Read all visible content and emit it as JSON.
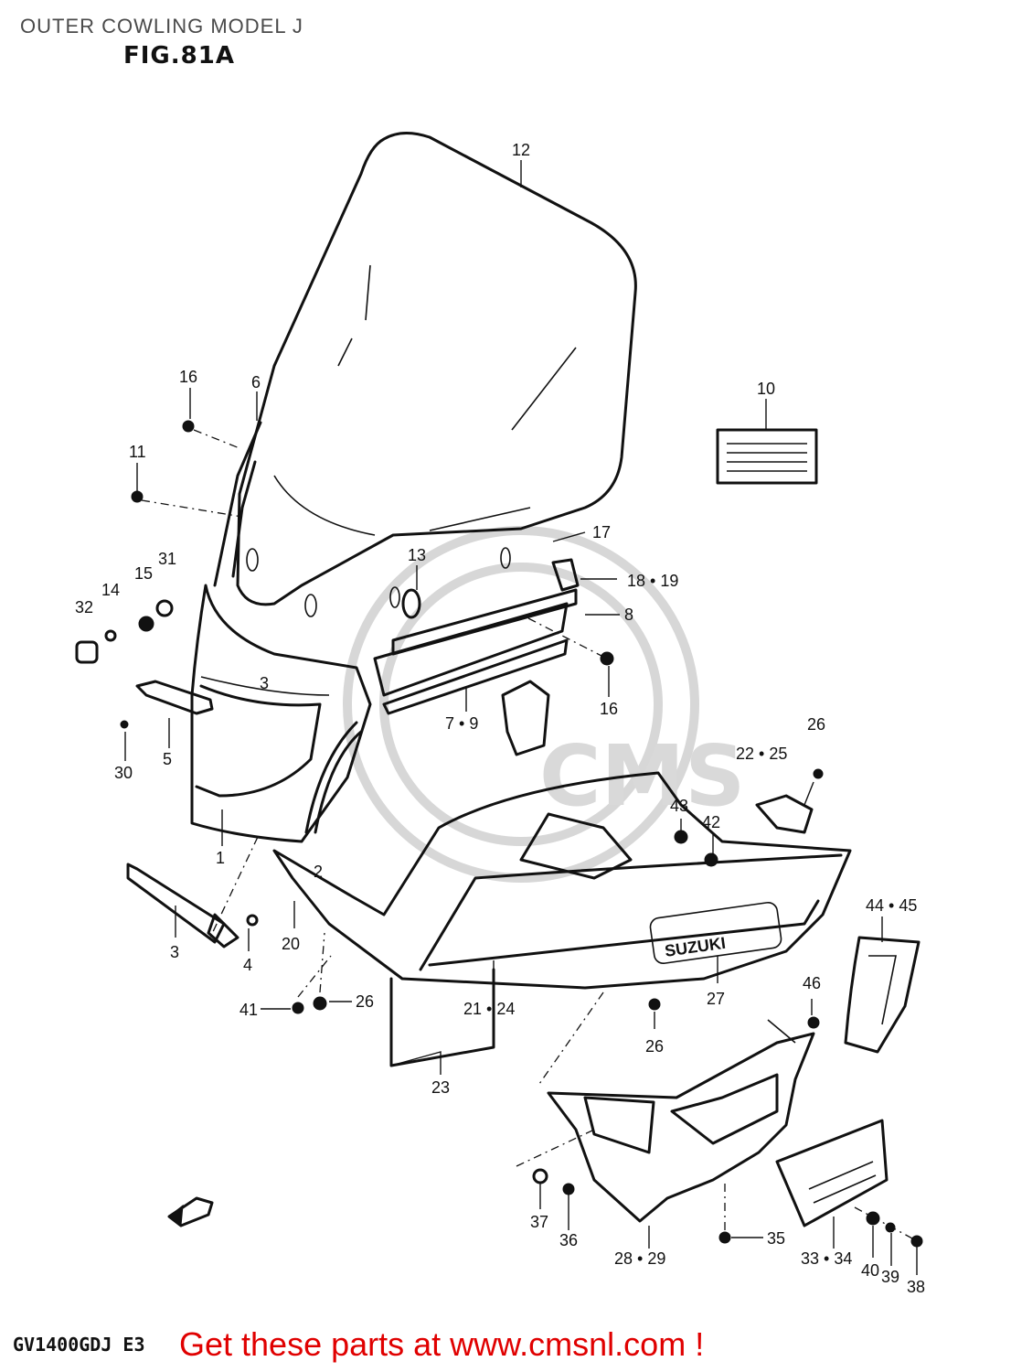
{
  "title": "OUTER COWLING MODEL J",
  "figure": "FIG.81A",
  "model_code": "GV1400GDJ E3",
  "promo": "Get these parts at www.cmsnl.com !",
  "watermark": "CMS",
  "sticker_icon": "label-sticker-icon",
  "direction_icon": "front-direction-arrow-icon",
  "accent_color": "#e00000",
  "callouts": {
    "c12": "12",
    "c10": "10",
    "c16a": "16",
    "c6": "6",
    "c11": "11",
    "c17": "17",
    "c13": "13",
    "c1819": "18 • 19",
    "c31": "31",
    "c15": "15",
    "c14": "14",
    "c32": "32",
    "c8": "8",
    "c3a": "3",
    "c16b": "16",
    "c79": "7 • 9",
    "c30": "30",
    "c5": "5",
    "c26a": "26",
    "c2225": "22 • 25",
    "c43": "43",
    "c42": "42",
    "c1": "1",
    "c2": "2",
    "c3b": "3",
    "c4": "4",
    "c20": "20",
    "c4445": "44 • 45",
    "c41": "41",
    "c26b": "26",
    "c2124": "21 • 24",
    "c27": "27",
    "c46": "46",
    "c26c": "26",
    "c23": "23",
    "c37": "37",
    "c36": "36",
    "c35": "35",
    "c2829": "28 • 29",
    "c3334": "33 • 34",
    "c40": "40",
    "c39": "39",
    "c38": "38"
  },
  "brand_mark": "SUZUKI"
}
